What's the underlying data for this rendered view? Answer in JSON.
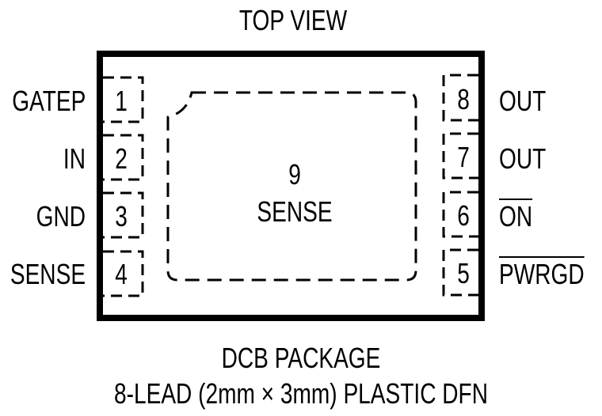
{
  "diagram": {
    "title": "TOP VIEW",
    "package": {
      "name": "DCB PACKAGE",
      "description": "8-LEAD (2mm × 3mm) PLASTIC DFN"
    },
    "exposed_pad": {
      "number": "9",
      "label": "SENSE"
    },
    "left_pins": [
      {
        "number": "1",
        "label": "GATEP",
        "active_low": false
      },
      {
        "number": "2",
        "label": "IN",
        "active_low": false
      },
      {
        "number": "3",
        "label": "GND",
        "active_low": false
      },
      {
        "number": "4",
        "label": "SENSE",
        "active_low": false
      }
    ],
    "right_pins": [
      {
        "number": "8",
        "label": "OUT",
        "active_low": false
      },
      {
        "number": "7",
        "label": "OUT",
        "active_low": false
      },
      {
        "number": "6",
        "label": "ON",
        "active_low": true
      },
      {
        "number": "5",
        "label": "PWRGD",
        "active_low": true
      }
    ]
  }
}
